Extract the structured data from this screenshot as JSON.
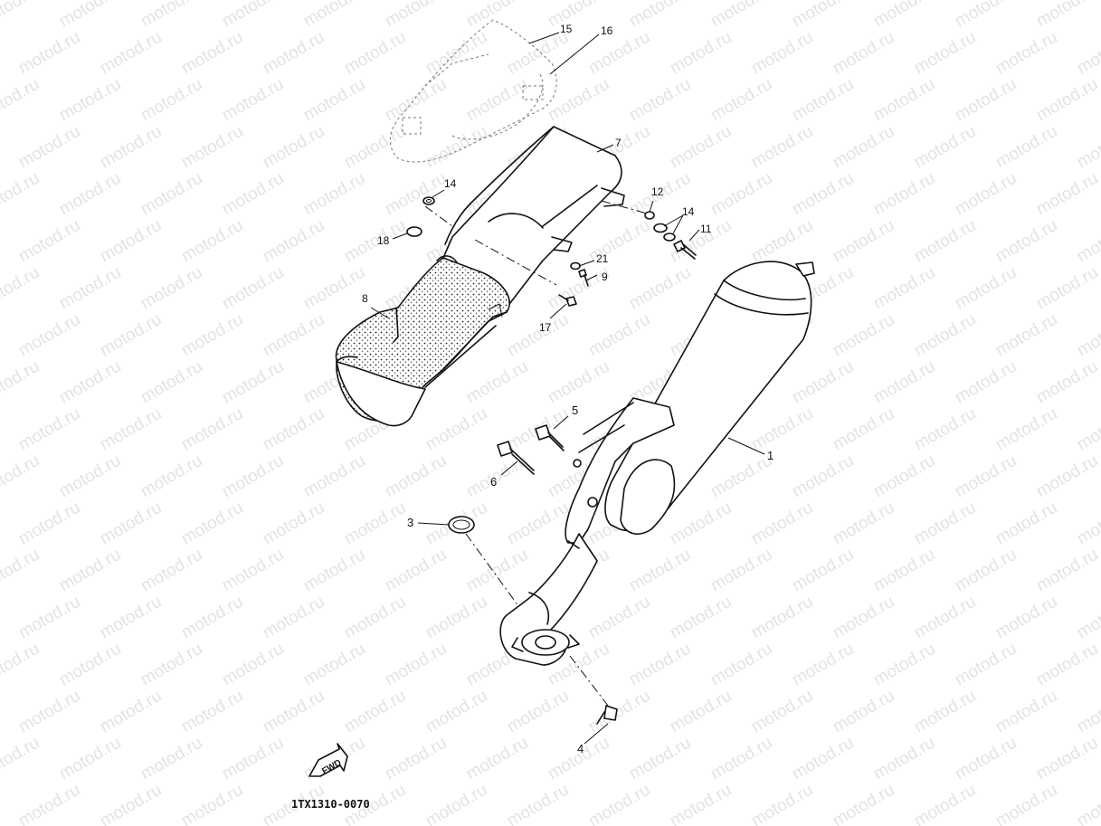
{
  "watermark": {
    "text": "motod.ru"
  },
  "diagram_code": "1TX1310-0070",
  "fwd_label": "FWD",
  "callouts": {
    "c1": "1",
    "c3": "3",
    "c4": "4",
    "c5": "5",
    "c6": "6",
    "c7": "7",
    "c8": "8",
    "c9": "9",
    "c11": "11",
    "c12": "12",
    "c14a": "14",
    "c14b": "14",
    "c15": "15",
    "c16": "16",
    "c17": "17",
    "c18": "18",
    "c21": "21"
  }
}
